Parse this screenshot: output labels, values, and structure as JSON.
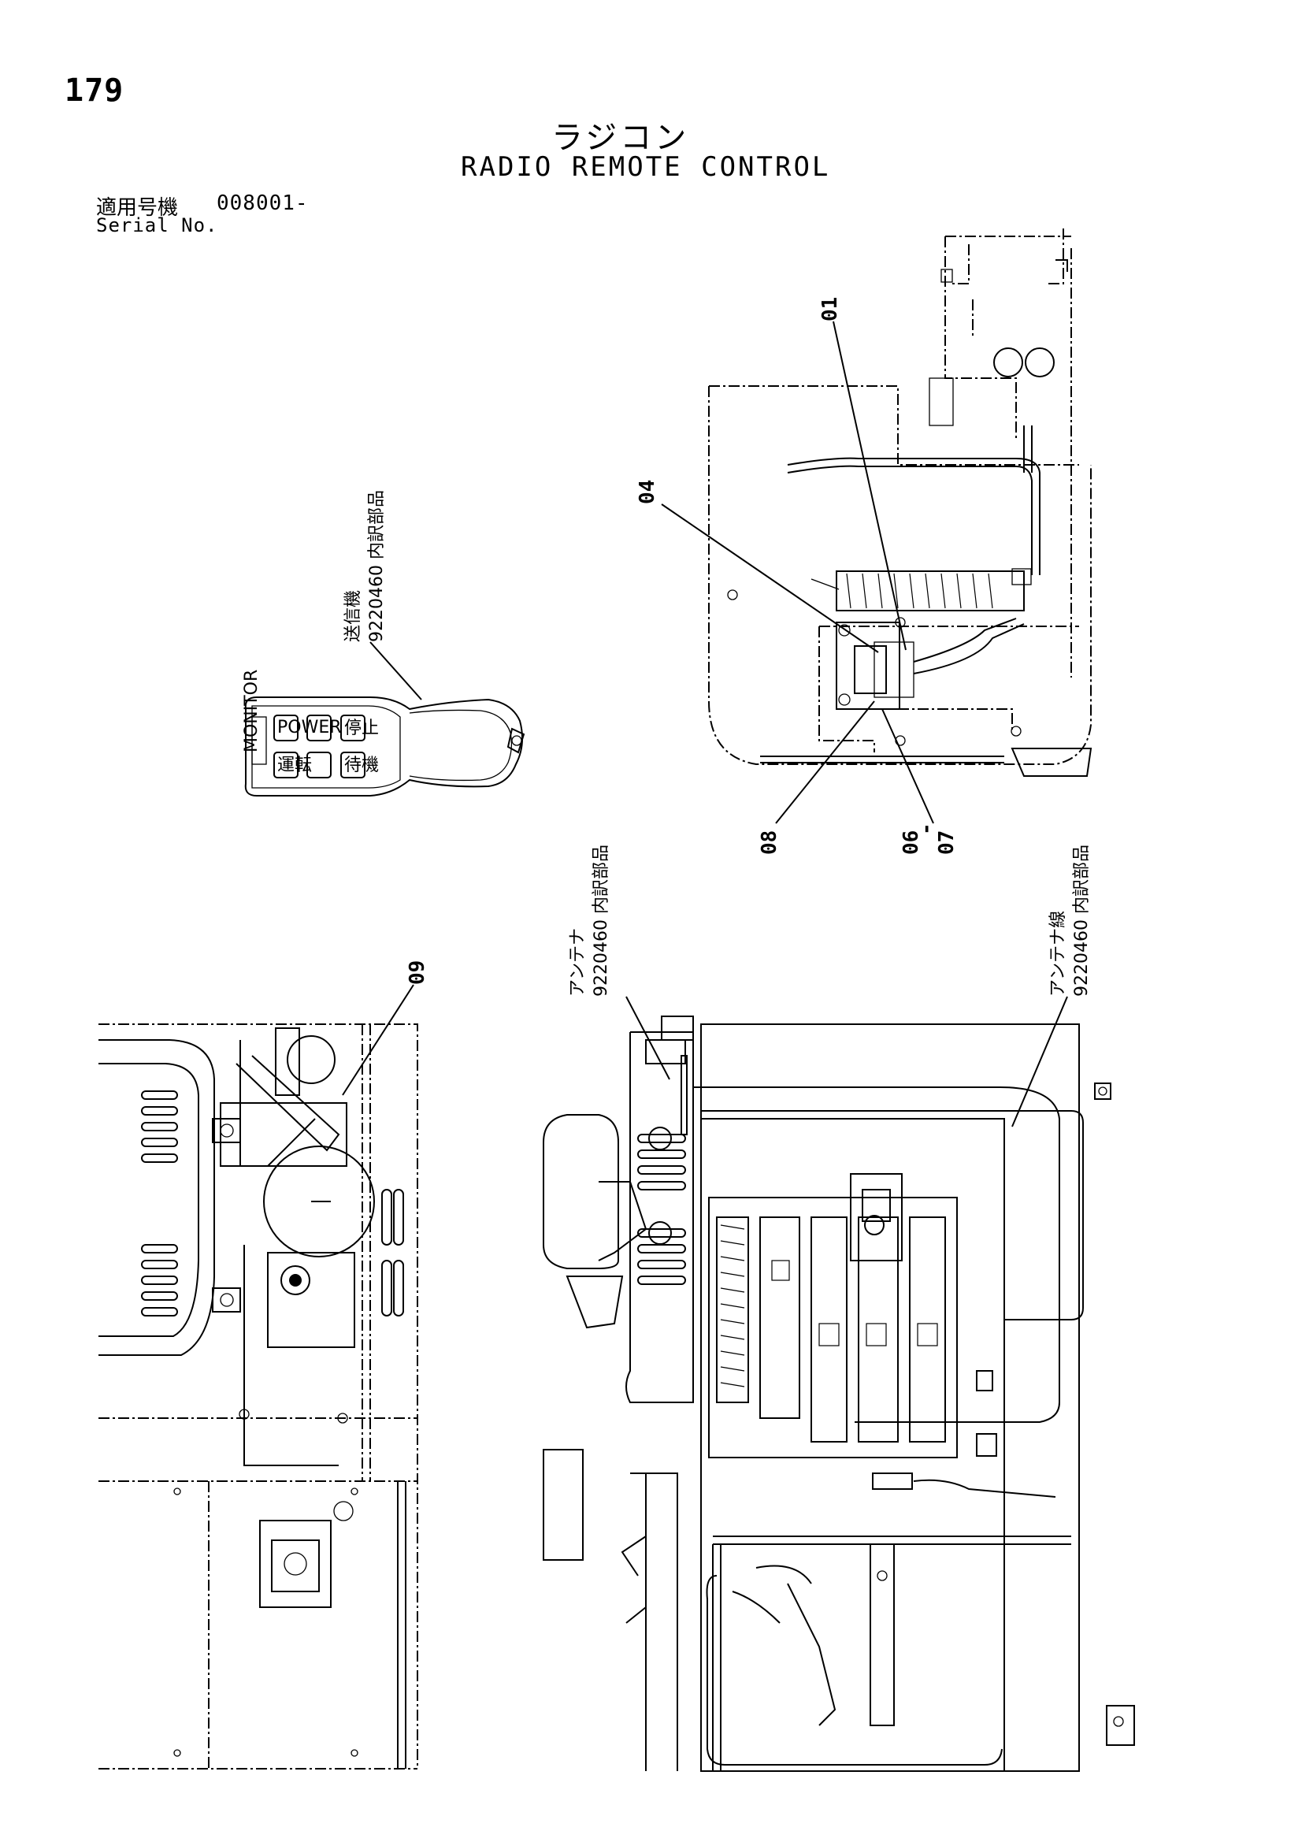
{
  "page": {
    "number": "179"
  },
  "title": {
    "ja": "ラジコン",
    "en": "RADIO REMOTE CONTROL"
  },
  "serial": {
    "label_ja": "適用号機",
    "number": "008001-",
    "label_en": "Serial No."
  },
  "callouts": {
    "c01": "01",
    "c04": "04",
    "c06": "06",
    "c06_dash": "-",
    "c07": "07",
    "c08": "08",
    "c09": "09"
  },
  "notes": {
    "transmitter_name": "送信機",
    "transmitter_part": "9220460 内訳部品",
    "antenna_name": "アンテナ",
    "antenna_part": "9220460 内訳部品",
    "antenna_cable_name": "アンテナ線",
    "antenna_cable_part": "9220460 内訳部品"
  },
  "remote": {
    "btn_power": "POWER",
    "btn_stop": "停止",
    "btn_run": "運転",
    "btn_standby": "待機",
    "monitor": "MONITOR"
  }
}
